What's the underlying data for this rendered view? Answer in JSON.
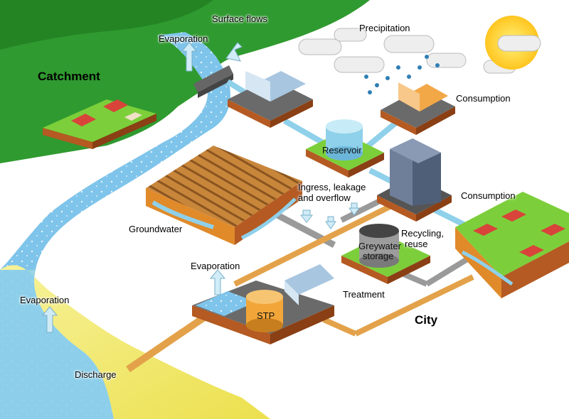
{
  "labels": {
    "catchment": "Catchment",
    "city": "City",
    "surface_flows": "Surface flows",
    "evaporation_top": "Evaporation",
    "precipitation": "Precipitation",
    "consumption_top": "Consumption",
    "reservoir": "Reservoir",
    "ingress_1": "Ingress, leakage",
    "ingress_2": "and overflow",
    "consumption_mid": "Consumption",
    "groundwater": "Groundwater",
    "recycling_1": "Recycling,",
    "recycling_2": "reuse",
    "greywater_1": "Greywater",
    "greywater_2": "storage",
    "evaporation_mid": "Evaporation",
    "stp": "STP",
    "treatment": "Treatment",
    "evaporation_left": "Evaporation",
    "discharge": "Discharge"
  },
  "colors": {
    "hills": "#2f9a2f",
    "hills_dark": "#1f7a1f",
    "water": "#7fc4ea",
    "sand": "#f2ea7a",
    "ground": "#b45a22",
    "soil": "#e08a2a",
    "grass": "#7ccf3a",
    "pipe_orange": "#e3a24a",
    "pipe_blue": "#8fd0ea",
    "pipe_grey": "#9a9a9a",
    "sun": "#ffd21f"
  }
}
